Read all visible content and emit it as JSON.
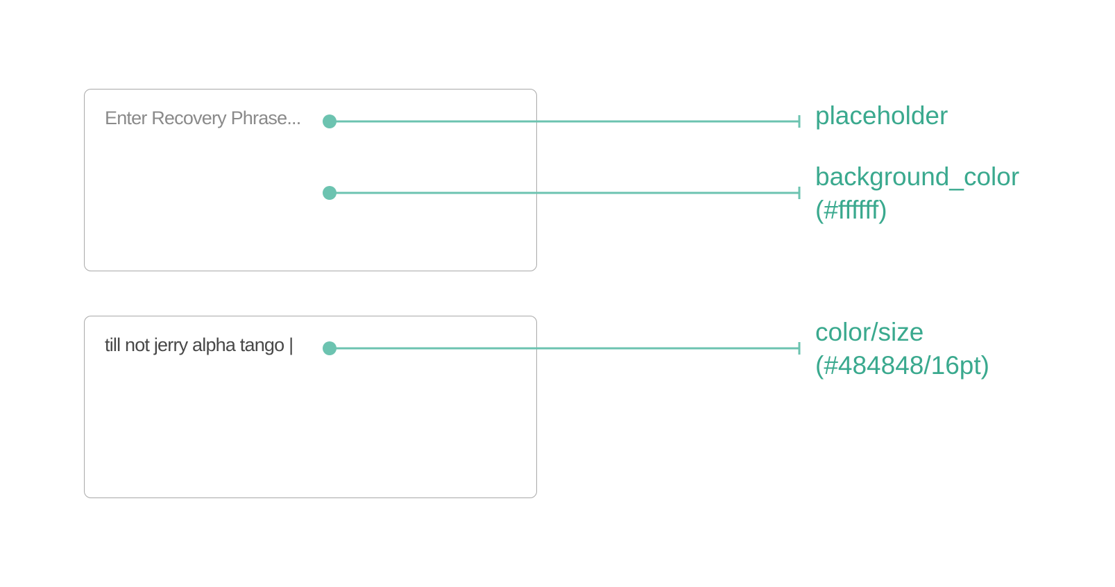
{
  "accent_color": "#6cc3b0",
  "label_color": "#3aa98e",
  "recovery_input_empty": {
    "placeholder": "Enter Recovery Phrase...",
    "background_color": "#ffffff"
  },
  "recovery_input_filled": {
    "value": "till not jerry alpha tango |",
    "text_color": "#484848"
  },
  "annotations": [
    {
      "lines": [
        "placeholder"
      ]
    },
    {
      "lines": [
        "background_color",
        "(#ffffff)"
      ]
    },
    {
      "lines": [
        "color/size",
        "(#484848/16pt)"
      ]
    }
  ]
}
